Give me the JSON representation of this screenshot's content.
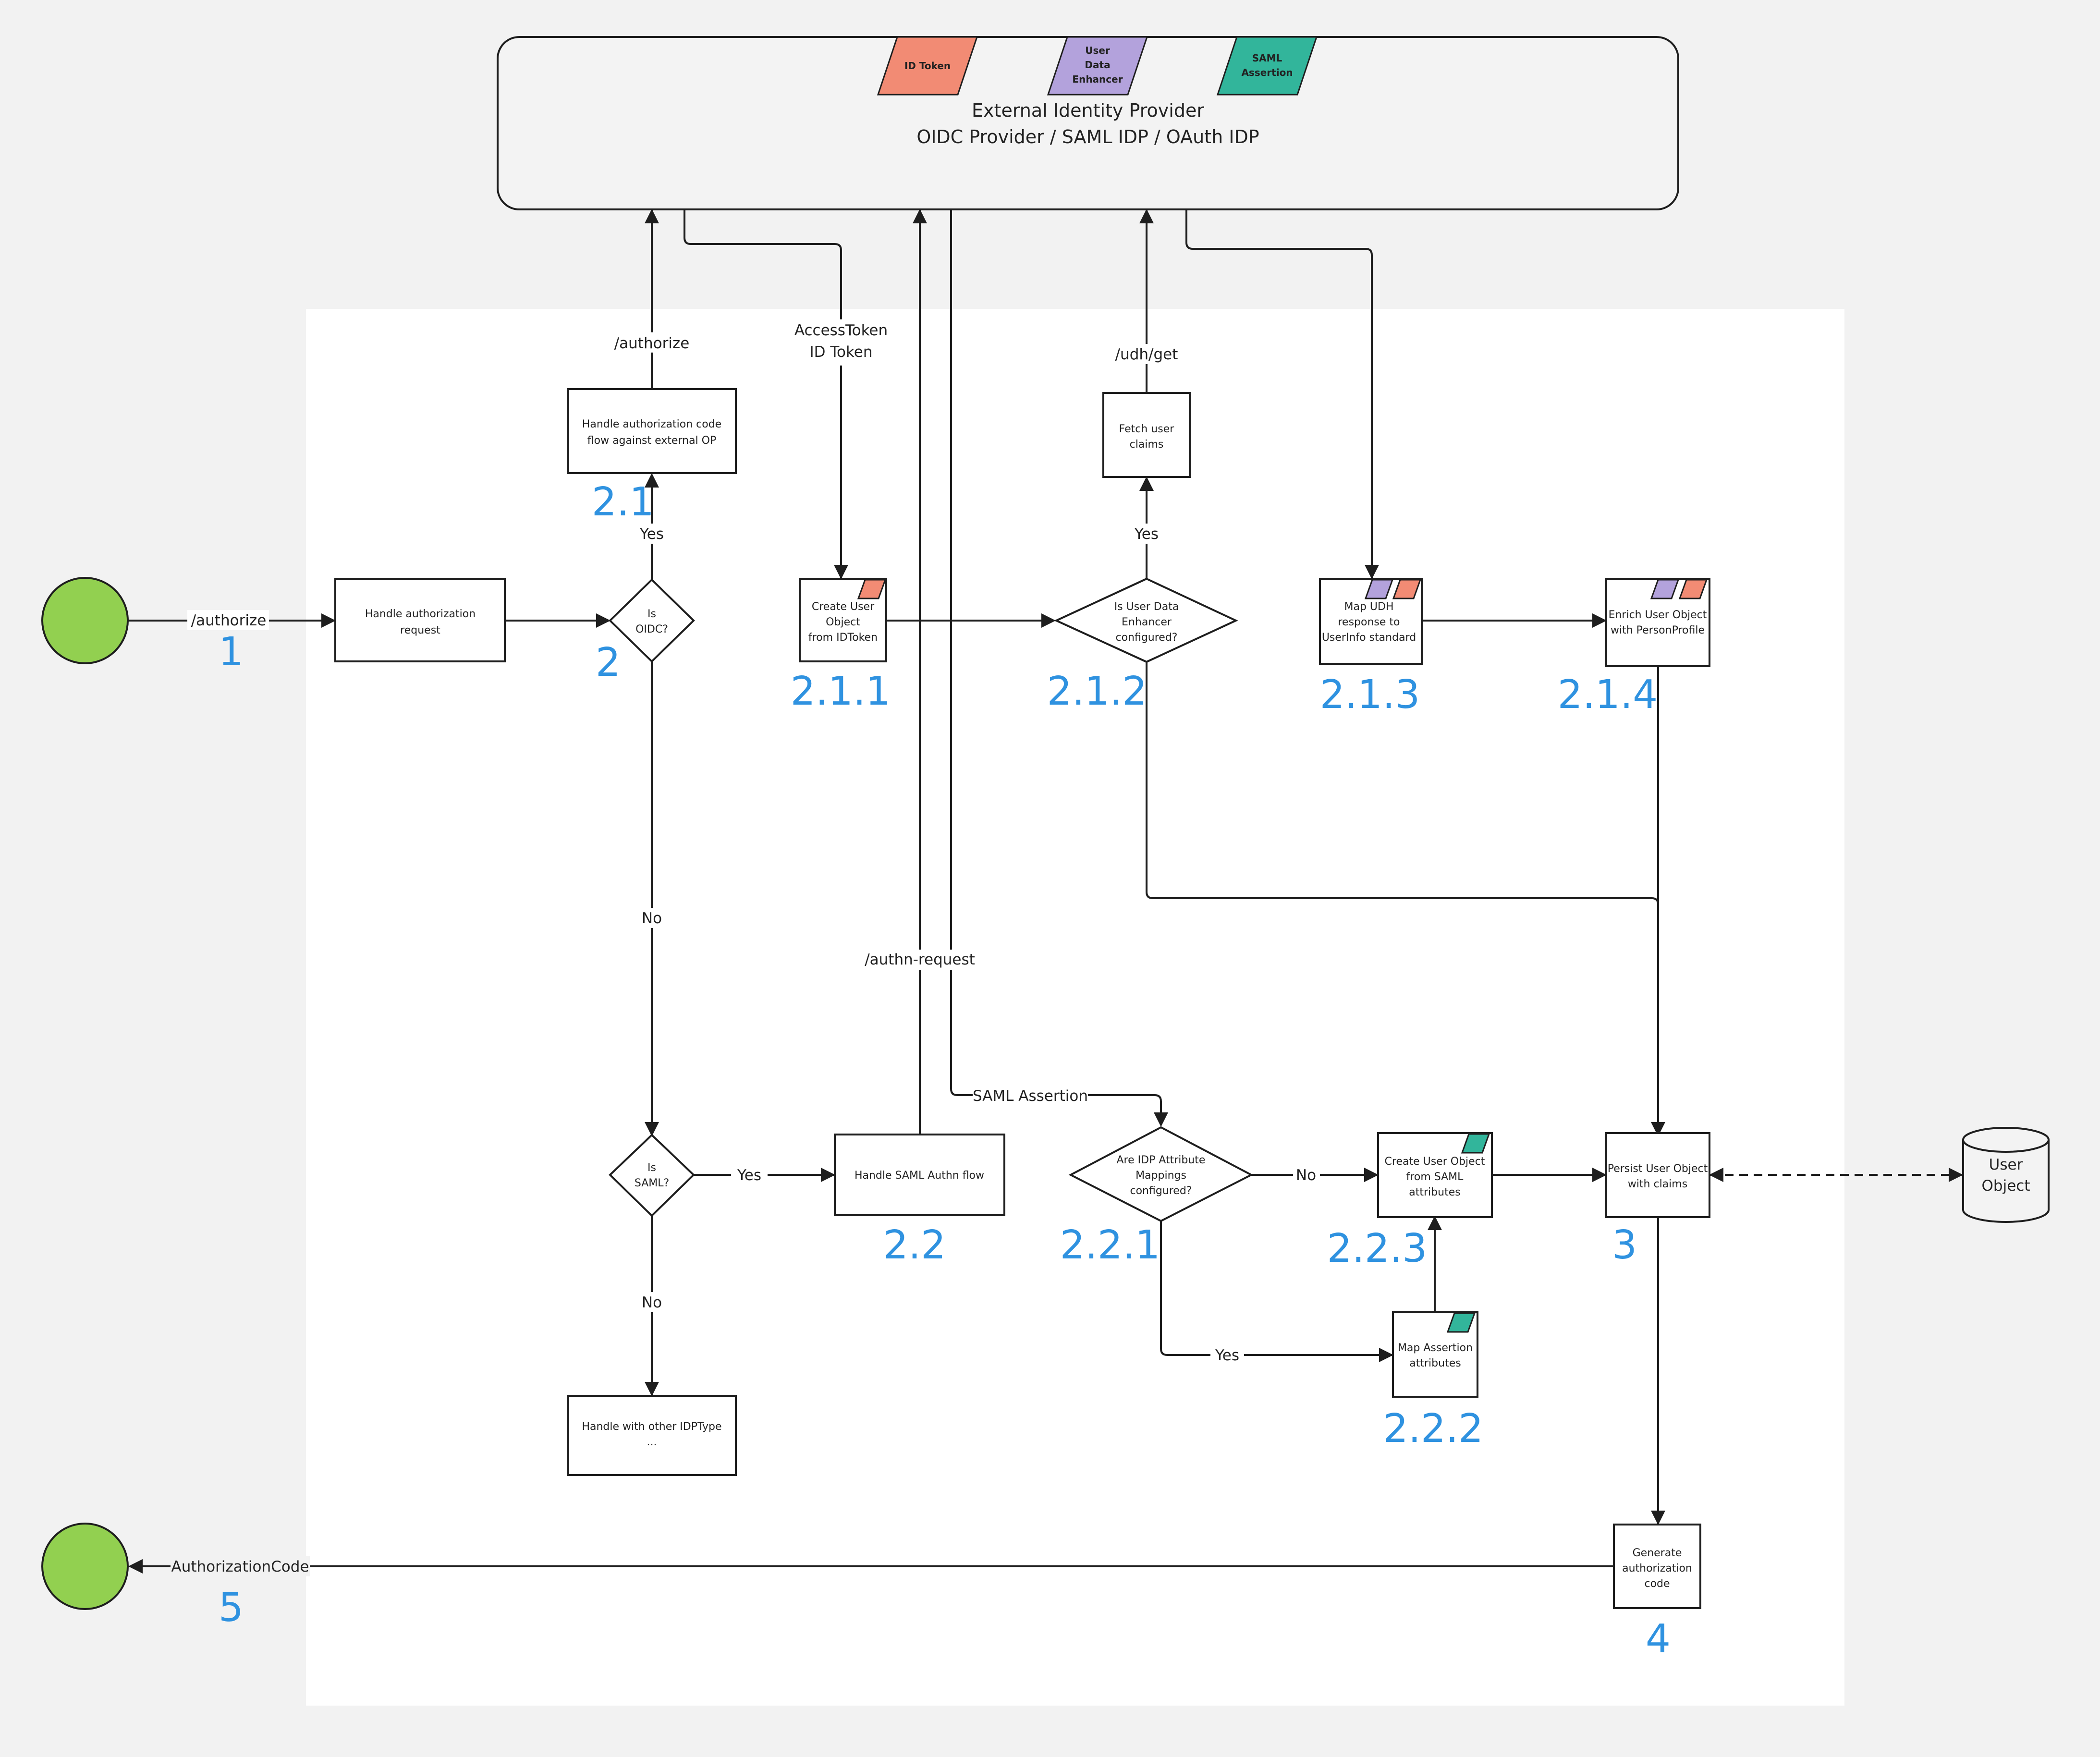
{
  "idp": {
    "title": "External Identity Provider",
    "subtitle": "OIDC Provider / SAML IDP / OAuth IDP",
    "tokens": [
      {
        "label": "ID Token",
        "color": "#f28b74"
      },
      {
        "label": "User Data Enhancer",
        "color": "#b3a2dc"
      },
      {
        "label": "SAML Assertion",
        "color": "#32b59b"
      }
    ]
  },
  "nodes": {
    "handle_auth_request": "Handle authorization request",
    "is_oidc": "Is OIDC?",
    "handle_code_flow": "Handle authorization code flow against external OP",
    "create_user_idtoken": "Create User Object from IDToken",
    "is_udh_configured": "Is User Data Enhancer configured?",
    "fetch_user_claims": "Fetch user claims",
    "map_udh": "Map UDH response to UserInfo standard",
    "enrich_user": "Enrich User Object with PersonProfile",
    "is_saml": "Is SAML?",
    "handle_saml": "Handle SAML Authn flow",
    "handle_other": "Handle with other IDPType ...",
    "are_mappings_configured": "Are IDP Attribute Mappings configured?",
    "create_user_saml": "Create User Object from SAML attributes",
    "map_assertion": "Map Assertion attributes",
    "persist_user": "Persist User Object with claims",
    "user_object_store": "User Object",
    "generate_code": "Generate authorization code"
  },
  "edge_labels": {
    "authorize_in": "/authorize",
    "authorize_out": "/authorize",
    "tokens": "AccessToken ID Token",
    "udh_get": "/udh/get",
    "oidc_yes": "Yes",
    "oidc_no": "No",
    "udh_yes": "Yes",
    "authn_request": "/authn-request",
    "saml_assertion": "SAML Assertion",
    "saml_yes": "Yes",
    "saml_no": "No",
    "mappings_no": "No",
    "mappings_yes": "Yes",
    "authorization_code": "AuthorizationCode"
  },
  "step_numbers": {
    "s1": "1",
    "s2": "2",
    "s2_1": "2.1",
    "s2_1_1": "2.1.1",
    "s2_1_2": "2.1.2",
    "s2_1_3": "2.1.3",
    "s2_1_4": "2.1.4",
    "s2_2": "2.2",
    "s2_2_1": "2.2.1",
    "s2_2_2": "2.2.2",
    "s2_2_3": "2.2.3",
    "s3": "3",
    "s4": "4",
    "s5": "5"
  },
  "colors": {
    "accent_blue": "#2f92e0",
    "terminal_green": "#92d050",
    "id_token": "#f28b74",
    "user_data_enhancer": "#b3a2dc",
    "saml_assertion": "#32b59b"
  }
}
